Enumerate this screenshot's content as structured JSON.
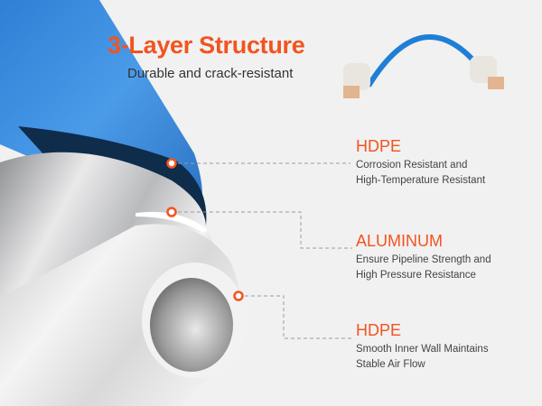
{
  "header": {
    "title": "3-Layer Structure",
    "subtitle": "Durable and crack-resistant"
  },
  "layers": [
    {
      "name": "HDPE",
      "desc": [
        "Corrosion Resistant and",
        "High-Temperature Resistant"
      ]
    },
    {
      "name": "ALUMINUM",
      "desc": [
        "Ensure Pipeline Strength and",
        "High Pressure Resistance"
      ]
    },
    {
      "name": "HDPE",
      "desc": [
        "Smooth Inner Wall Maintains",
        "Stable Air Flow"
      ]
    }
  ],
  "colors": {
    "accent": "#f2541f",
    "pipe_blue": "#3d8fe0",
    "background": "#f1f1f1"
  }
}
